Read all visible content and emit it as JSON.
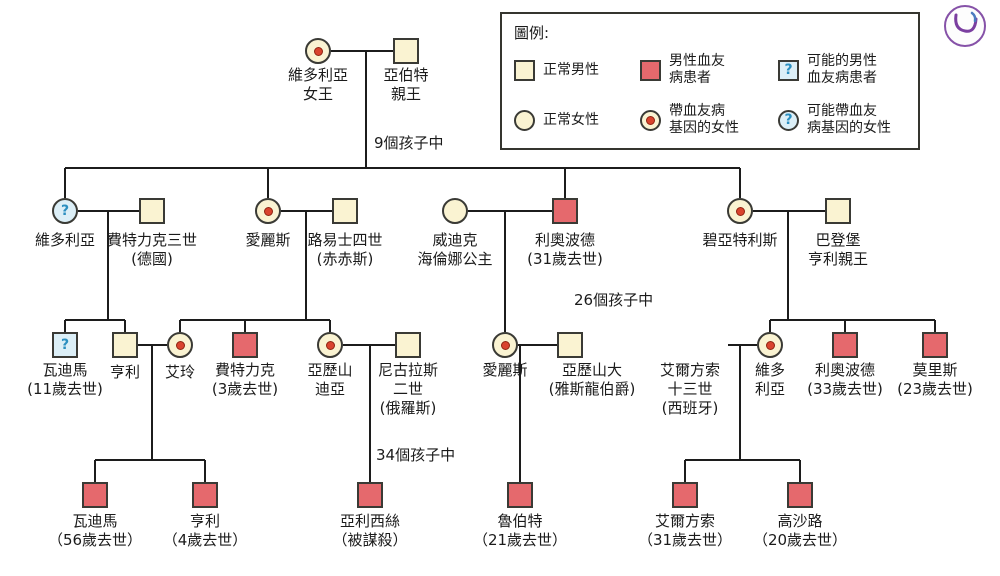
{
  "colors": {
    "page_bg": "#ffffff",
    "normal_fill": "#faf3d2",
    "affected_fill": "#e5696d",
    "possible_fill": "#dceff7",
    "possible_mark": "#2b8fc0",
    "carrier_dot": "#d9432e",
    "outline": "#3a3a35",
    "line": "#1c1c1c"
  },
  "symbols": {
    "question_mark": "?"
  },
  "legend": {
    "title": "圖例:",
    "items": [
      {
        "type": "square-normal",
        "label": "正常男性"
      },
      {
        "type": "square-affected",
        "label": "男性血友\n病患者"
      },
      {
        "type": "square-possible",
        "label": "可能的男性\n血友病患者"
      },
      {
        "type": "circle-normal",
        "label": "正常女性"
      },
      {
        "type": "circle-carrier",
        "label": "帶血友病\n基因的女性"
      },
      {
        "type": "circle-possible",
        "label": "可能帶血友\n病基因的女性"
      }
    ]
  },
  "annotations": {
    "gen1_children": "9個孩子中",
    "gen2_children": "26個孩子中",
    "gen3_children": "34個孩子中"
  },
  "persons": {
    "victoria_queen": "維多利亞\n女王",
    "albert": "亞伯特\n親王",
    "victoria2": "維多利亞",
    "frederick3": "費特力克三世\n(德國)",
    "alice": "愛麗斯",
    "louis4": "路易士四世\n(赤赤斯)",
    "helena": "威迪克\n海倫娜公主",
    "leopold": "利奧波德\n(31歲去世)",
    "beatrice": "碧亞特利斯",
    "henry_battenberg": "巴登堡\n亨利親王",
    "waldemar": "瓦迪馬\n(11歲去世)",
    "henry": "亨利",
    "irene": "艾玲",
    "frederick": "費特力克\n(3歲去世)",
    "alexandra": "亞歷山\n迪亞",
    "nicholas2": "尼古拉斯\n二世\n(俄羅斯)",
    "alice2": "愛麗斯",
    "alexander": "亞歷山大\n(雅斯龍伯爵)",
    "alfonso13": "艾爾方索\n十三世\n(西班牙)",
    "victoria3": "維多\n利亞",
    "leopold2": "利奧波德\n(33歲去世)",
    "maurice": "莫里斯\n(23歲去世)",
    "waldemar2": "瓦迪馬\n（56歲去世）",
    "henry2": "亨利\n（4歲去世）",
    "alexis": "亞利西絲\n（被謀殺）",
    "rupert": "魯伯特\n（21歲去世）",
    "alfonso": "艾爾方索\n（31歲去世）",
    "gonzalo": "高沙路\n（20歲去世）"
  }
}
